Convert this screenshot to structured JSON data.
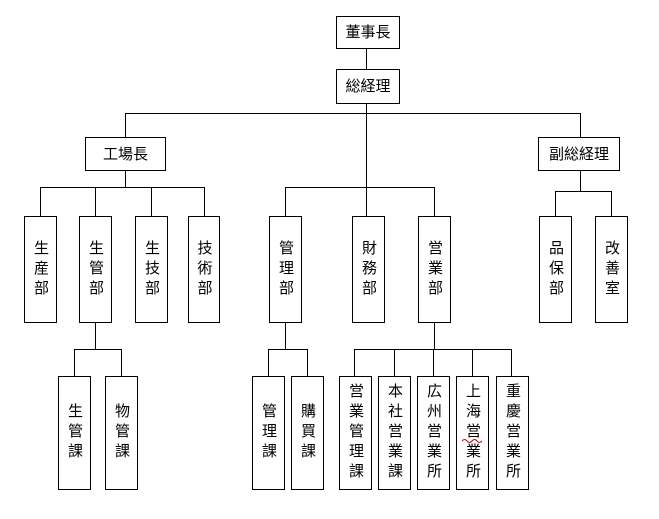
{
  "org": {
    "chairman": "董事長",
    "president": "総経理",
    "factory_manager": "工場長",
    "vice_president": "副総経理",
    "production_dept": "生産部",
    "production_control_dept": "生管部",
    "production_tech_dept": "生技部",
    "technology_dept": "技術部",
    "management_dept": "管理部",
    "finance_dept": "財務部",
    "sales_dept": "営業部",
    "quality_dept": "品保部",
    "improvement_office": "改善室",
    "production_control_section": "生管課",
    "materials_control_section": "物管課",
    "admin_section": "管理課",
    "purchasing_section": "購買課",
    "sales_admin_section": "営業管理課",
    "hq_sales_section": "本社営業課",
    "guangzhou_office": "広州営業所",
    "shanghai_office": "上海営業所",
    "chongqing_office": "重慶営業所"
  }
}
